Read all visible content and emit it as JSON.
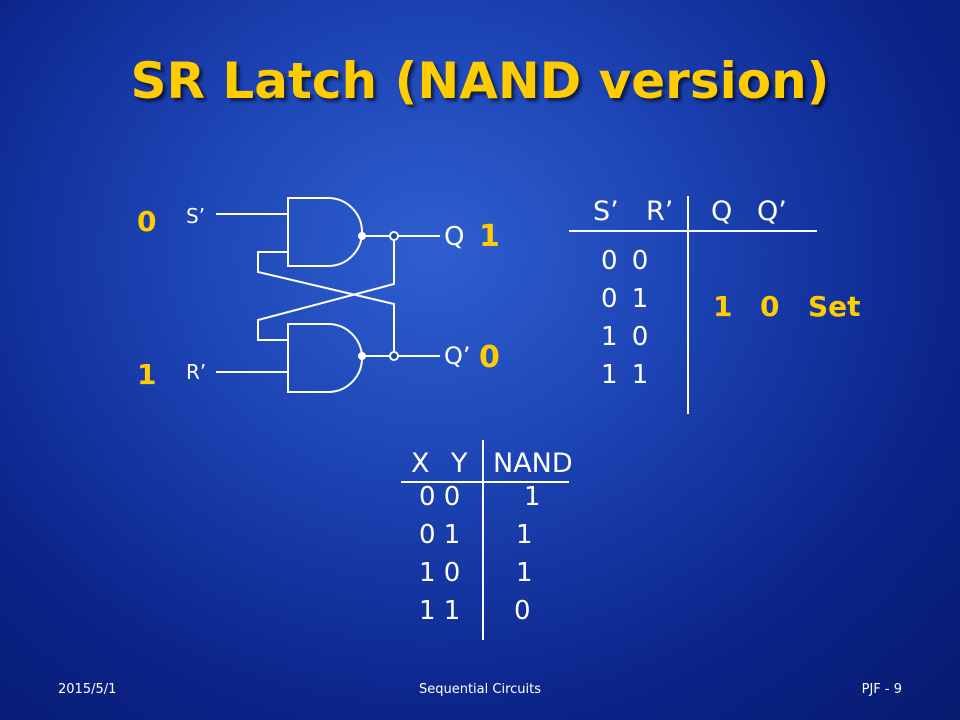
{
  "title": "SR Latch (NAND version)",
  "circuit": {
    "input_top_label": "S’",
    "input_bottom_label": "R’",
    "output_top_label": "Q",
    "output_bottom_label": "Q’",
    "input_top_value": "0",
    "input_bottom_value": "1",
    "output_top_value": "1",
    "output_bottom_value": "0"
  },
  "latch_table": {
    "headers": [
      "S’",
      "R’",
      "Q",
      "Q’"
    ],
    "rows": [
      "0 0",
      "0 1",
      "1 0",
      "1 1"
    ],
    "result_q": "1",
    "result_qn": "0",
    "result_label": "Set"
  },
  "nand_table": {
    "headers": [
      "X",
      "Y",
      "NAND"
    ],
    "rows": [
      {
        "xy": "0 0",
        "out": "1"
      },
      {
        "xy": "0 1",
        "out": "1"
      },
      {
        "xy": "1 0",
        "out": "1"
      },
      {
        "xy": "1 1",
        "out": "0"
      }
    ]
  },
  "footer": {
    "date": "2015/5/1",
    "center": "Sequential Circuits",
    "page": "PJF - 9"
  },
  "colors": {
    "highlight": "#ffcc00",
    "text": "#ffffff",
    "background": "#1c43b3"
  }
}
